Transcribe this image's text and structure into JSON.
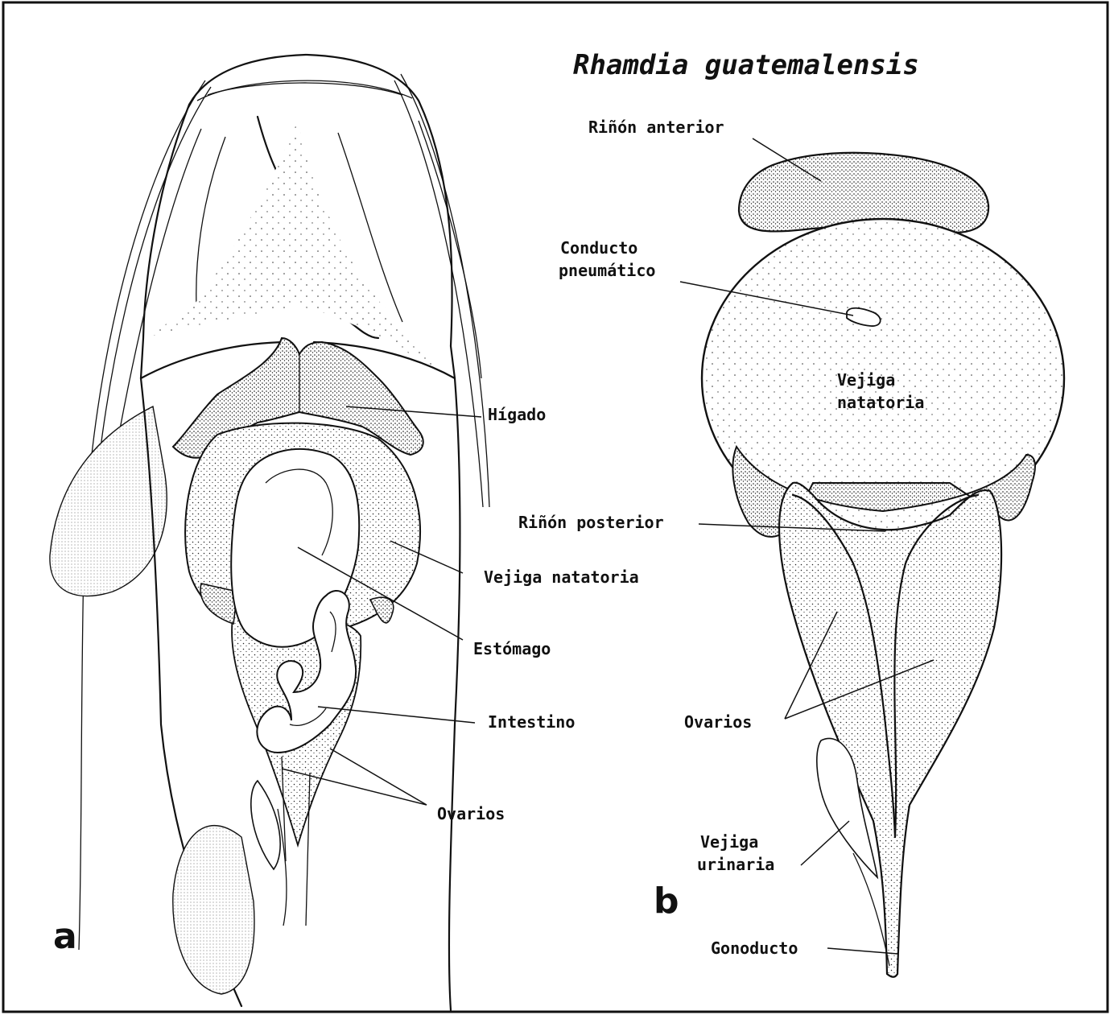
{
  "title": "Rhamdia guatemalensis",
  "panel_a": {
    "letter": "a",
    "labels": {
      "higado": "Hígado",
      "vejiga_natatoria": "Vejiga natatoria",
      "estomago": "Estómago",
      "intestino": "Intestino",
      "ovarios": "Ovarios"
    }
  },
  "panel_b": {
    "letter": "b",
    "labels": {
      "rinon_anterior": "Riñón anterior",
      "conducto_1": "Conducto",
      "conducto_2": "pneumático",
      "vejiga_natatoria_1": "Vejiga",
      "vejiga_natatoria_2": "natatoria",
      "rinon_posterior": "Riñón posterior",
      "ovarios": "Ovarios",
      "vejiga_urinaria_1": "Vejiga",
      "vejiga_urinaria_2": "urinaria",
      "gonoducto": "Gonoducto"
    }
  }
}
